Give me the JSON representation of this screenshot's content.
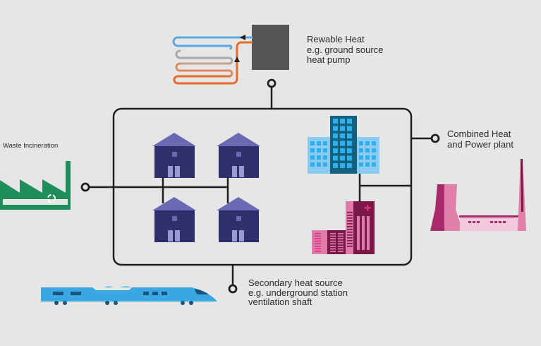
{
  "diagram": {
    "title": "District heating network",
    "labels": {
      "renewable": [
        "Rewable Heat",
        "e.g. ground source",
        "heat pump"
      ],
      "waste": [
        "Waste Incineration"
      ],
      "chp": [
        "Combined Heat",
        "and Power plant"
      ],
      "secondary": [
        "Secondary heat source",
        "e.g. underground station",
        "ventilation shaft"
      ]
    },
    "colors": {
      "background": "#e6e6e7",
      "line": "#1f1f1f",
      "heat_pump_box": "#555556",
      "pipe_cold": "#5aa9dc",
      "pipe_grey": "#a9a9a9",
      "pipe_tan": "#c4a291",
      "pipe_warm": "#d98a62",
      "pipe_hot": "#ea6a2c",
      "factory_green": "#1e8f5a",
      "house_wall": "#2f2f6b",
      "house_roof": "#6a6ab4",
      "house_window": "#9a9ad0",
      "office_dark": "#14607f",
      "office_light": "#8ccbf0",
      "office_window": "#2fb0ea",
      "hospital_dark": "#7a1848",
      "hospital_light": "#e07aa8",
      "hospital_cross": "#e0307a",
      "chp_dark": "#a82a6a",
      "chp_mid": "#e080aa",
      "chp_light": "#f2c9db",
      "train_body": "#3aa6e2",
      "train_dark": "#17577f"
    },
    "icons": {
      "heat_pump": "heat-pump-icon",
      "factory": "waste-incinerator-icon",
      "houses": "house-icon",
      "office": "office-building-icon",
      "hospital": "hospital-icon",
      "power_plant": "power-plant-icon",
      "train": "train-icon"
    }
  }
}
